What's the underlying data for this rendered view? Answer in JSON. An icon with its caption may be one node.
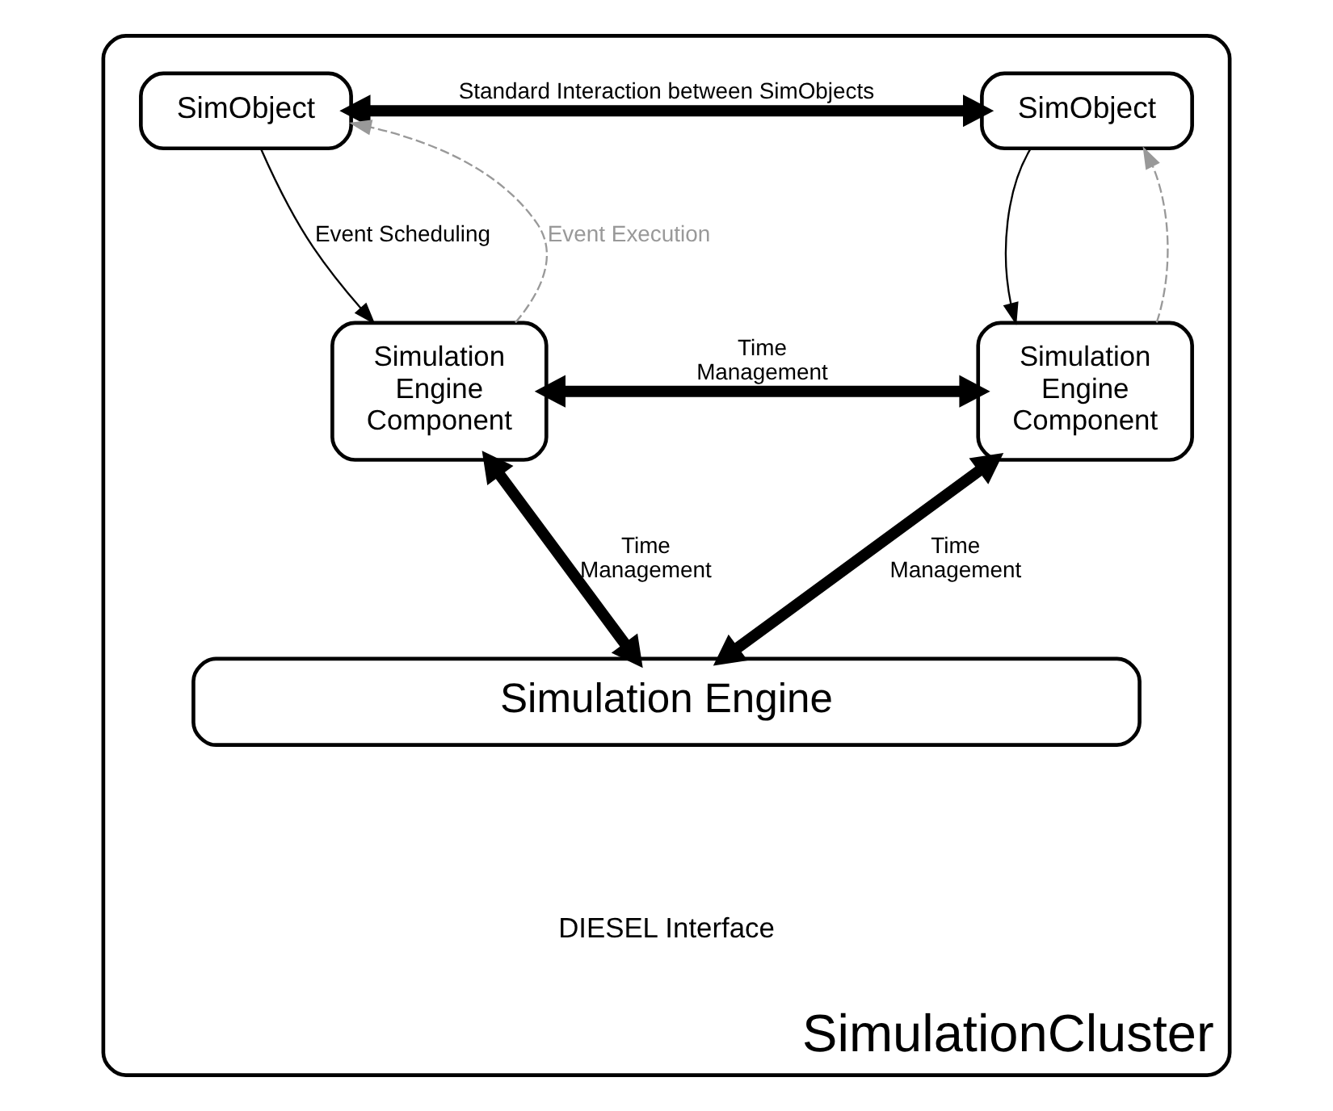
{
  "diagram": {
    "nodes": [
      {
        "text": [
          "SimulationCluster"
        ]
      },
      {
        "text": [
          "SimObject"
        ],
        "in": 0
      },
      {
        "text": [
          "SimObject"
        ],
        "in": 0
      },
      {
        "text": [
          "Simulation Engine Component"
        ],
        "in": 0
      },
      {
        "text": [
          "Simulation Engine Component"
        ],
        "in": 0
      },
      {
        "text": [
          "Simulation Engine"
        ],
        "in": 0
      }
    ],
    "edges": [
      {
        "from": 1,
        "to": 2,
        "arrow": "both",
        "style": "thick",
        "label": "Standard Interaction between SimObjects"
      },
      {
        "from": 1,
        "to": 3,
        "arrow": "to",
        "label": "Event Scheduling"
      },
      {
        "from": 3,
        "to": 1,
        "arrow": "to",
        "style": "dashed",
        "color": "#999999",
        "label": "Event Execution"
      },
      {
        "from": 2,
        "to": 4,
        "arrow": "to"
      },
      {
        "from": 4,
        "to": 2,
        "arrow": "to",
        "style": "dashed",
        "color": "#999999"
      },
      {
        "from": 3,
        "to": 4,
        "arrow": "both",
        "style": "thick",
        "label": "Time Management"
      },
      {
        "from": 3,
        "to": 5,
        "arrow": "both",
        "style": "thick",
        "label": "Time Management"
      },
      {
        "from": 4,
        "to": 5,
        "arrow": "both",
        "style": "thick",
        "label": "Time Management"
      }
    ],
    "labels": [
      "DIESEL Interface"
    ]
  }
}
